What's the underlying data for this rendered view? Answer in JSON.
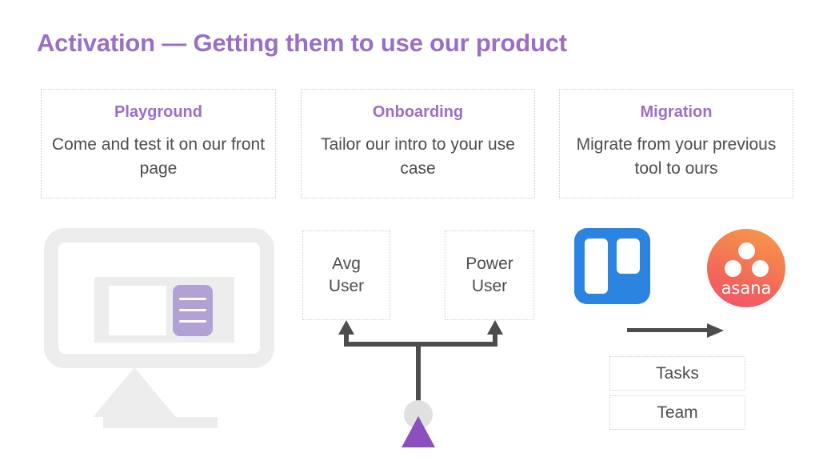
{
  "slide": {
    "title": "Activation — Getting them to use our product",
    "accent_color": "#9b6fc4",
    "text_color": "#4d4d4d",
    "background": "#ffffff"
  },
  "cards": [
    {
      "title": "Playground",
      "body": "Come and test it on our front page"
    },
    {
      "title": "Onboarding",
      "body": "Tailor our intro to your use case"
    },
    {
      "title": "Migration",
      "body": "Migrate from your previous tool to ours"
    }
  ],
  "column_one": {
    "illustration": "desktop-monitor",
    "panel_lines": 3
  },
  "column_two": {
    "segments": [
      {
        "label": "Avg\nUser",
        "line1": "Avg",
        "line2": "User"
      },
      {
        "label": "Power\nUser",
        "line1": "Power",
        "line2": "User"
      }
    ],
    "fork_icon": "branching-arrows-icon"
  },
  "column_three": {
    "source_logo": {
      "name": "trello-logo",
      "color": "#2a84e0"
    },
    "target_logo": {
      "name": "asana-logo",
      "wordmark": "asana",
      "color_start": "#f99b4e",
      "color_end": "#f05570"
    },
    "arrow": "right-arrow-icon",
    "items": [
      "Tasks",
      "Team"
    ]
  }
}
